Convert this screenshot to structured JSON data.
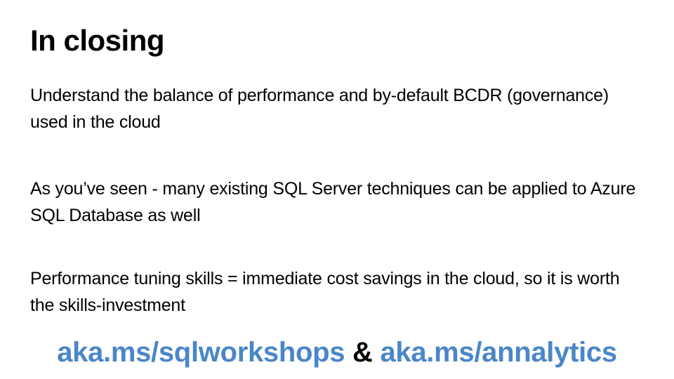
{
  "slide": {
    "title": "In closing",
    "paragraphs": [
      "Understand the balance of performance and by-default BCDR (governance) used in the cloud",
      "As you’ve seen - many existing SQL Server techniques can be applied to Azure SQL Database as well",
      "Performance tuning skills = immediate cost savings in the cloud, so it is worth the skills-investment"
    ],
    "footer": {
      "link1": "aka.ms/sqlworkshops",
      "separator": "&",
      "link2": "aka.ms/annalytics"
    }
  },
  "colors": {
    "link": "#4a86c8",
    "text": "#000000",
    "background": "#ffffff"
  }
}
